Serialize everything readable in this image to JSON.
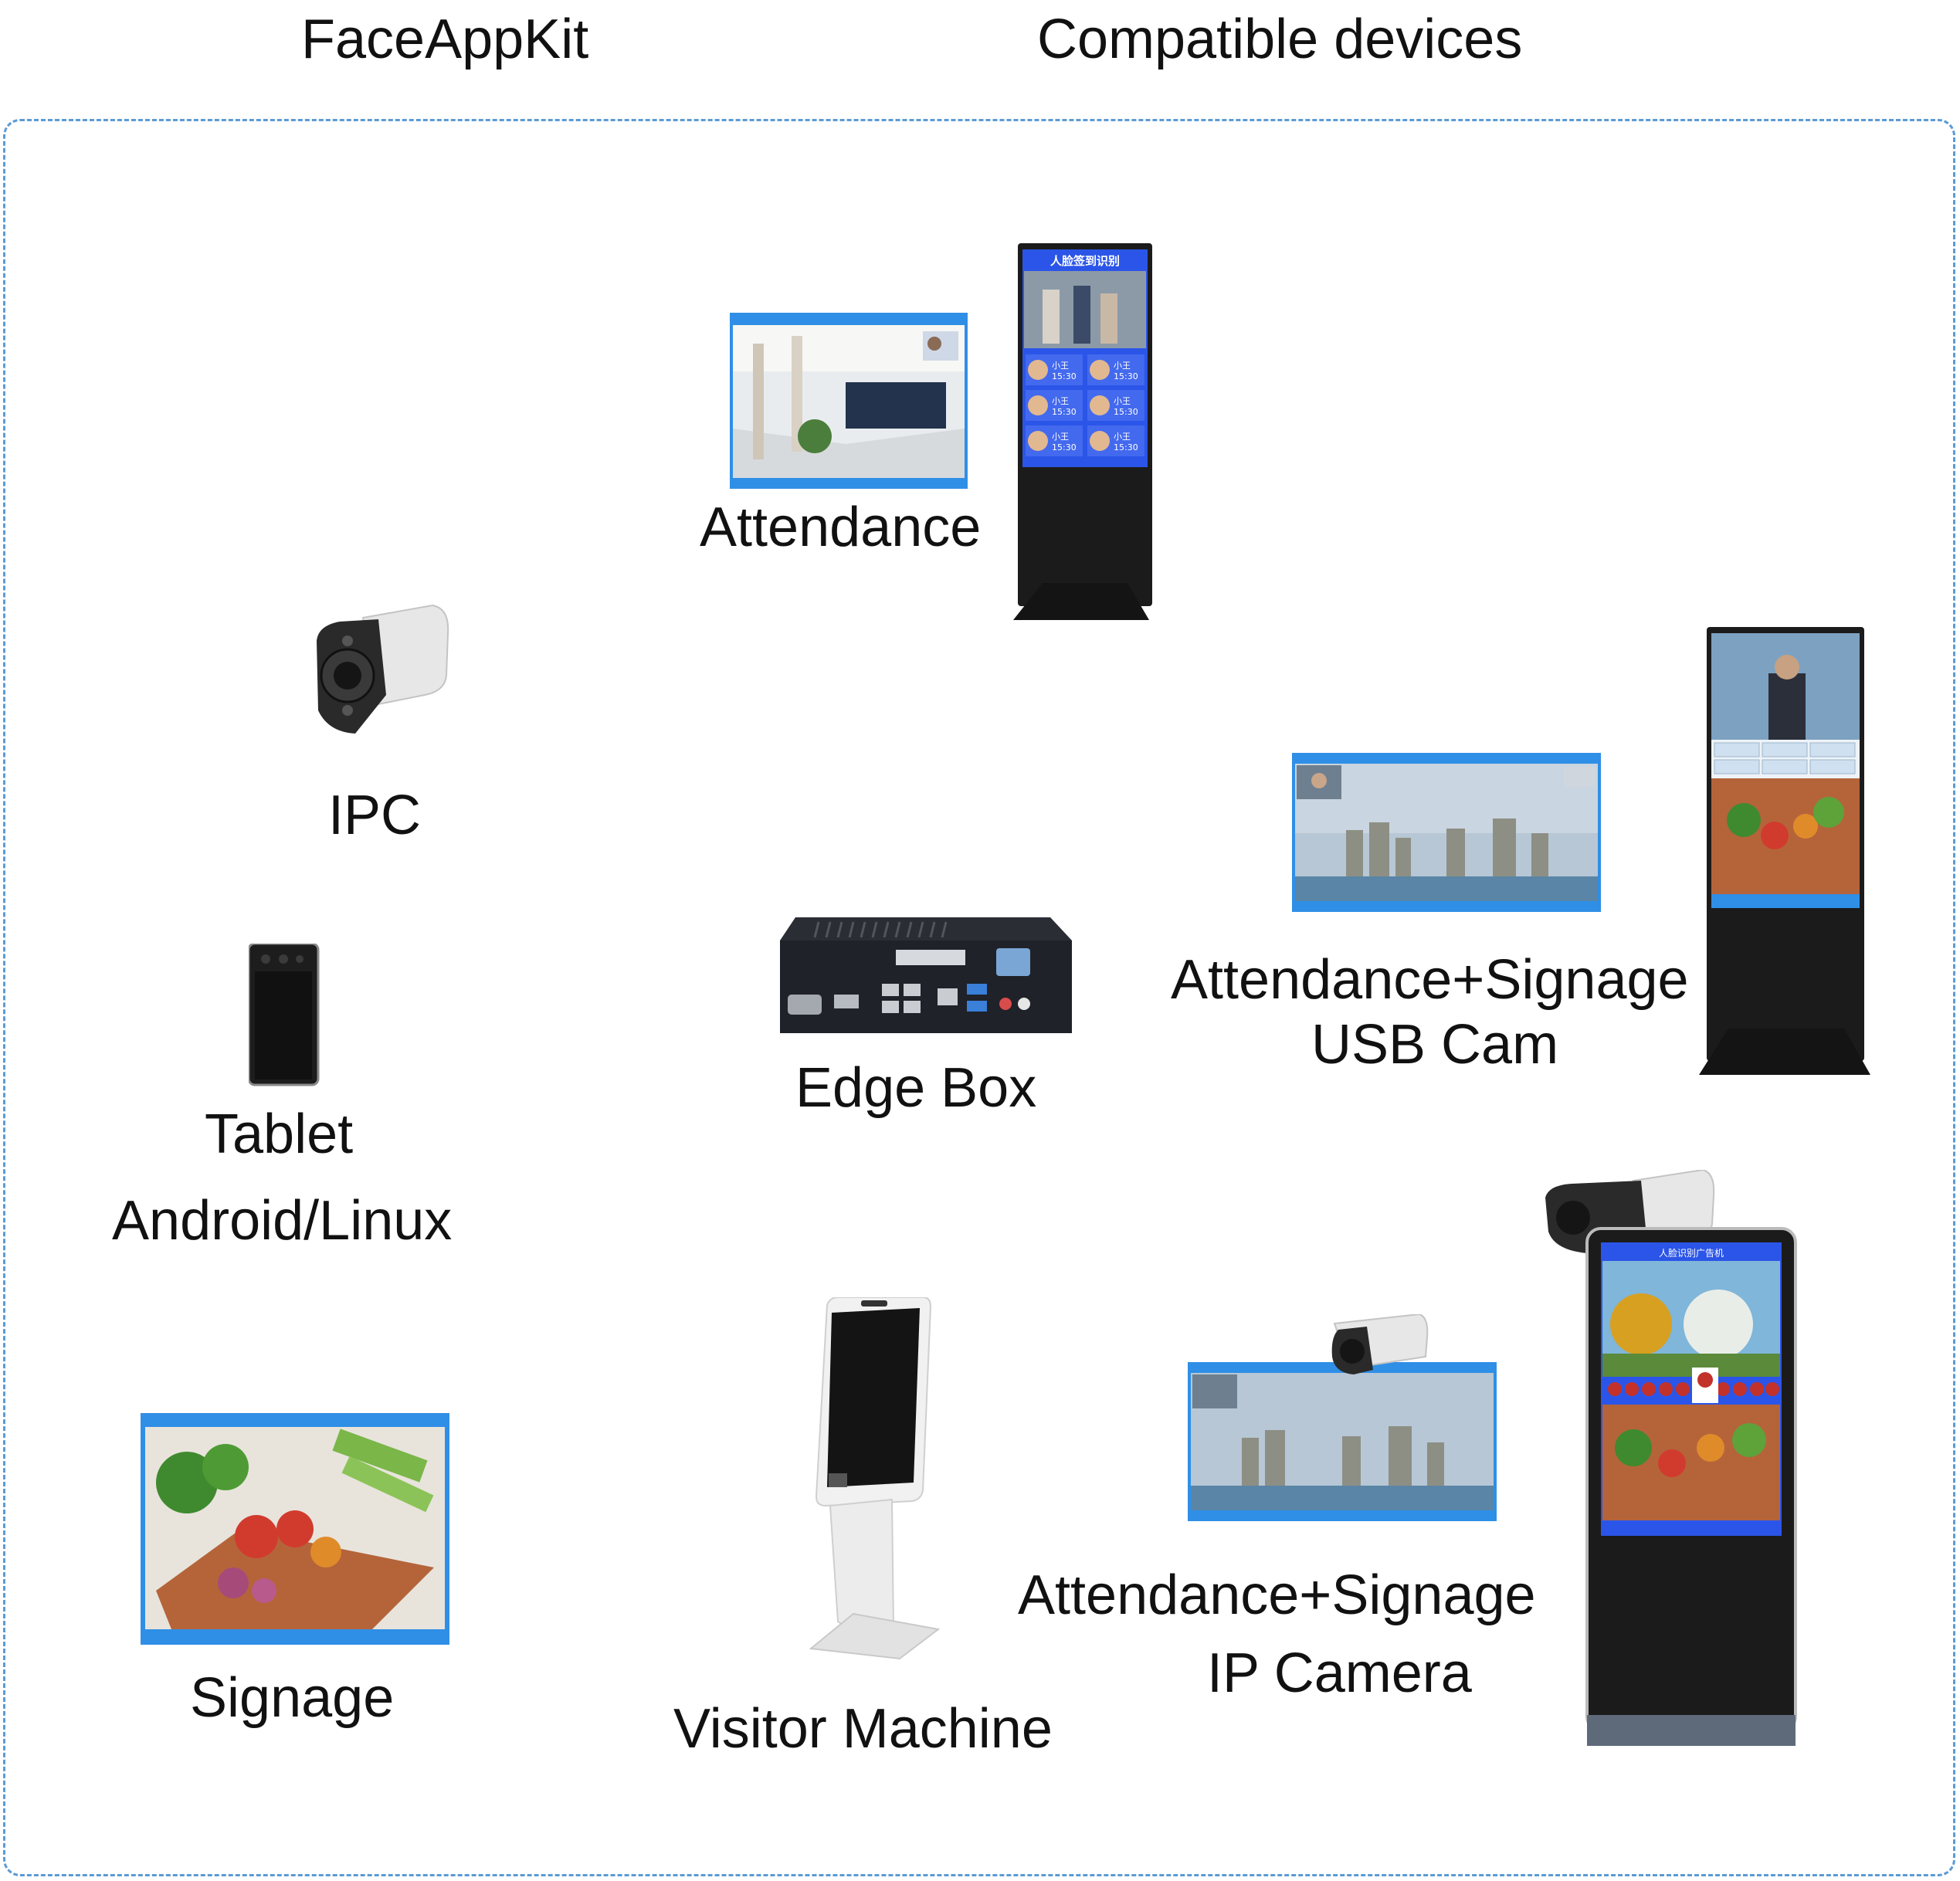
{
  "header": {
    "left_title": "FaceAppKit",
    "right_title": "Compatible devices"
  },
  "devices": {
    "attendance": {
      "label": "Attendance",
      "screen_title": "人脸签到识别",
      "tile_name": "小王",
      "tile_time": "15:30"
    },
    "ipc": {
      "label": "IPC"
    },
    "tablet": {
      "label_line1": "Tablet",
      "label_line2": "Android/Linux"
    },
    "edge_box": {
      "label": "Edge Box"
    },
    "usb_cam": {
      "label_line1": "Attendance+Signage",
      "label_line2": "USB Cam"
    },
    "signage": {
      "label": "Signage"
    },
    "visitor": {
      "label": "Visitor Machine"
    },
    "ip_camera": {
      "label_line1": "Attendance+Signage",
      "label_line2": "IP Camera",
      "kiosk_title": "人脸识别广告机"
    }
  },
  "colors": {
    "frame": "#5b9bd5",
    "screen_blue": "#2f8fe6",
    "kiosk_blue": "#2b55e8",
    "device_black": "#1b1b1b"
  }
}
